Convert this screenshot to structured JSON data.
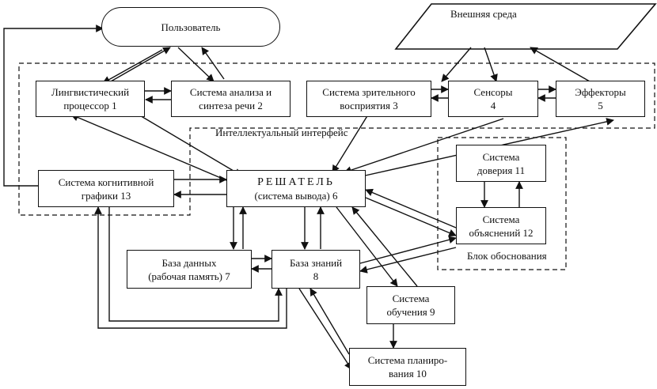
{
  "nodes": {
    "user": {
      "lines": [
        "Пользователь"
      ]
    },
    "env": {
      "lines": [
        "Внешняя среда"
      ]
    },
    "n1": {
      "lines": [
        "Лингвистический",
        "процессор      1"
      ]
    },
    "n2": {
      "lines": [
        "Система анализа и",
        "синтеза речи   2"
      ]
    },
    "n3": {
      "lines": [
        "Система зрительного",
        "восприятия      3"
      ]
    },
    "n4": {
      "lines": [
        "Сенсоры",
        "4"
      ]
    },
    "n5": {
      "lines": [
        "Эффекторы",
        "5"
      ]
    },
    "n6": {
      "lines": [
        "РЕШАТЕЛЬ",
        "(система вывода)    6"
      ]
    },
    "n7": {
      "lines": [
        "База данных",
        "(рабочая память)    7"
      ]
    },
    "n8": {
      "lines": [
        "База знаний",
        "8"
      ]
    },
    "n9": {
      "lines": [
        "Система",
        "обучения   9"
      ]
    },
    "n10": {
      "lines": [
        "Система планиро-",
        "вания   10"
      ]
    },
    "n11": {
      "lines": [
        "Система",
        "доверия   11"
      ]
    },
    "n12": {
      "lines": [
        "Система",
        "объяснений 12"
      ]
    },
    "n13": {
      "lines": [
        "Система когнитивной",
        "графики          13"
      ]
    }
  },
  "labels": {
    "intelligent_interface": "Интеллектуальный интерфейс",
    "justification_block": "Блок обоснования"
  }
}
